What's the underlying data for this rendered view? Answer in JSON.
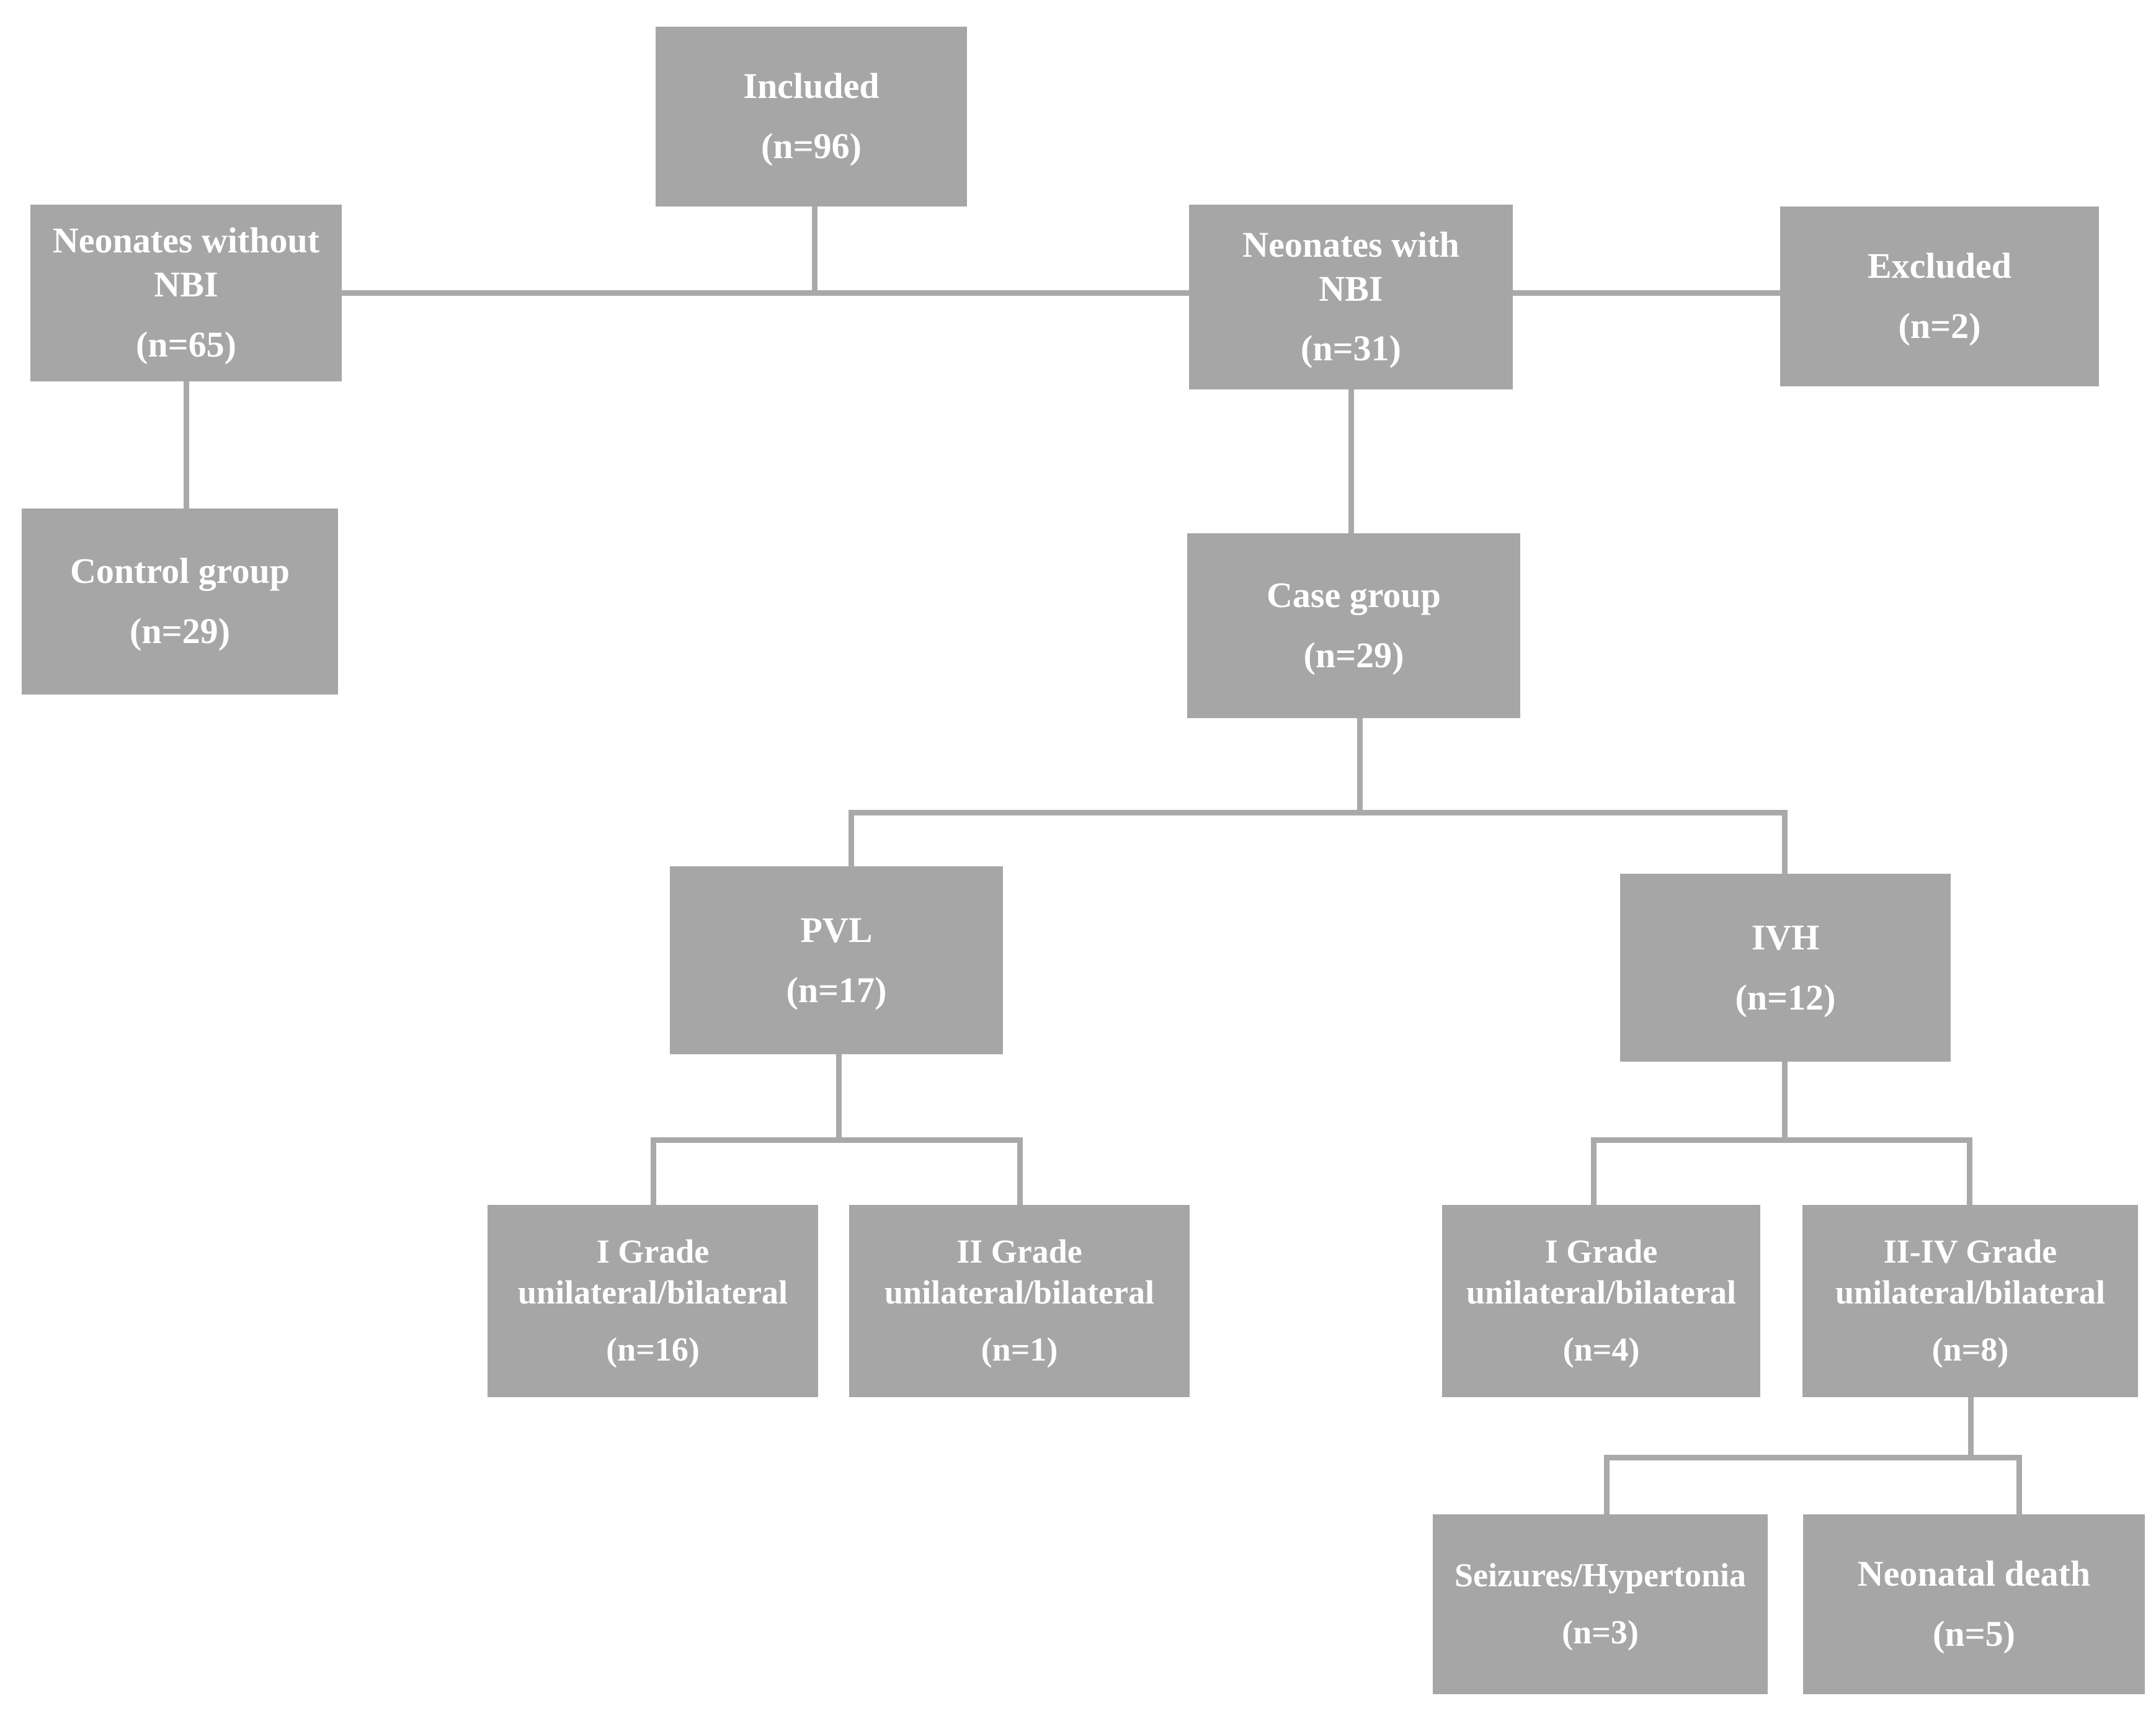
{
  "diagram": {
    "type": "flowchart",
    "background_color": "#ffffff",
    "box_fill_color": "#a6a6a6",
    "box_text_color": "#ffffff",
    "connector_color": "#a9a9a9",
    "nodes": {
      "included": {
        "title": "Included",
        "n": "(n=96)"
      },
      "neonates_without_nbi": {
        "title": "Neonates without NBI",
        "n": "(n=65)"
      },
      "neonates_with_nbi": {
        "title": "Neonates with NBI",
        "n": "(n=31)"
      },
      "excluded": {
        "title": "Excluded",
        "n": "(n=2)"
      },
      "control_group": {
        "title": "Control group",
        "n": "(n=29)"
      },
      "case_group": {
        "title": "Case group",
        "n": "(n=29)"
      },
      "pvl": {
        "title": "PVL",
        "n": "(n=17)"
      },
      "ivh": {
        "title": "IVH",
        "n": "(n=12)"
      },
      "pvl_grade1": {
        "title": "I Grade unilateral/bilateral",
        "n": "(n=16)"
      },
      "pvl_grade2": {
        "title": "II Grade unilateral/bilateral",
        "n": "(n=1)"
      },
      "ivh_grade1": {
        "title": "I Grade unilateral/bilateral",
        "n": "(n=4)"
      },
      "ivh_grade2": {
        "title": "II-IV Grade unilateral/bilateral",
        "n": "(n=8)"
      },
      "seizures_hypertonia": {
        "title": "Seizures/Hypertonia",
        "n": "(n=3)"
      },
      "neonatal_death": {
        "title": "Neonatal death",
        "n": "(n=5)"
      }
    },
    "edges": [
      {
        "from": "included",
        "to": "neonates_without_nbi"
      },
      {
        "from": "included",
        "to": "neonates_with_nbi"
      },
      {
        "from": "neonates_with_nbi",
        "to": "excluded"
      },
      {
        "from": "neonates_without_nbi",
        "to": "control_group"
      },
      {
        "from": "neonates_with_nbi",
        "to": "case_group"
      },
      {
        "from": "case_group",
        "to": "pvl"
      },
      {
        "from": "case_group",
        "to": "ivh"
      },
      {
        "from": "pvl",
        "to": "pvl_grade1"
      },
      {
        "from": "pvl",
        "to": "pvl_grade2"
      },
      {
        "from": "ivh",
        "to": "ivh_grade1"
      },
      {
        "from": "ivh",
        "to": "ivh_grade2"
      },
      {
        "from": "ivh_grade2",
        "to": "seizures_hypertonia"
      },
      {
        "from": "ivh_grade2",
        "to": "neonatal_death"
      }
    ]
  }
}
